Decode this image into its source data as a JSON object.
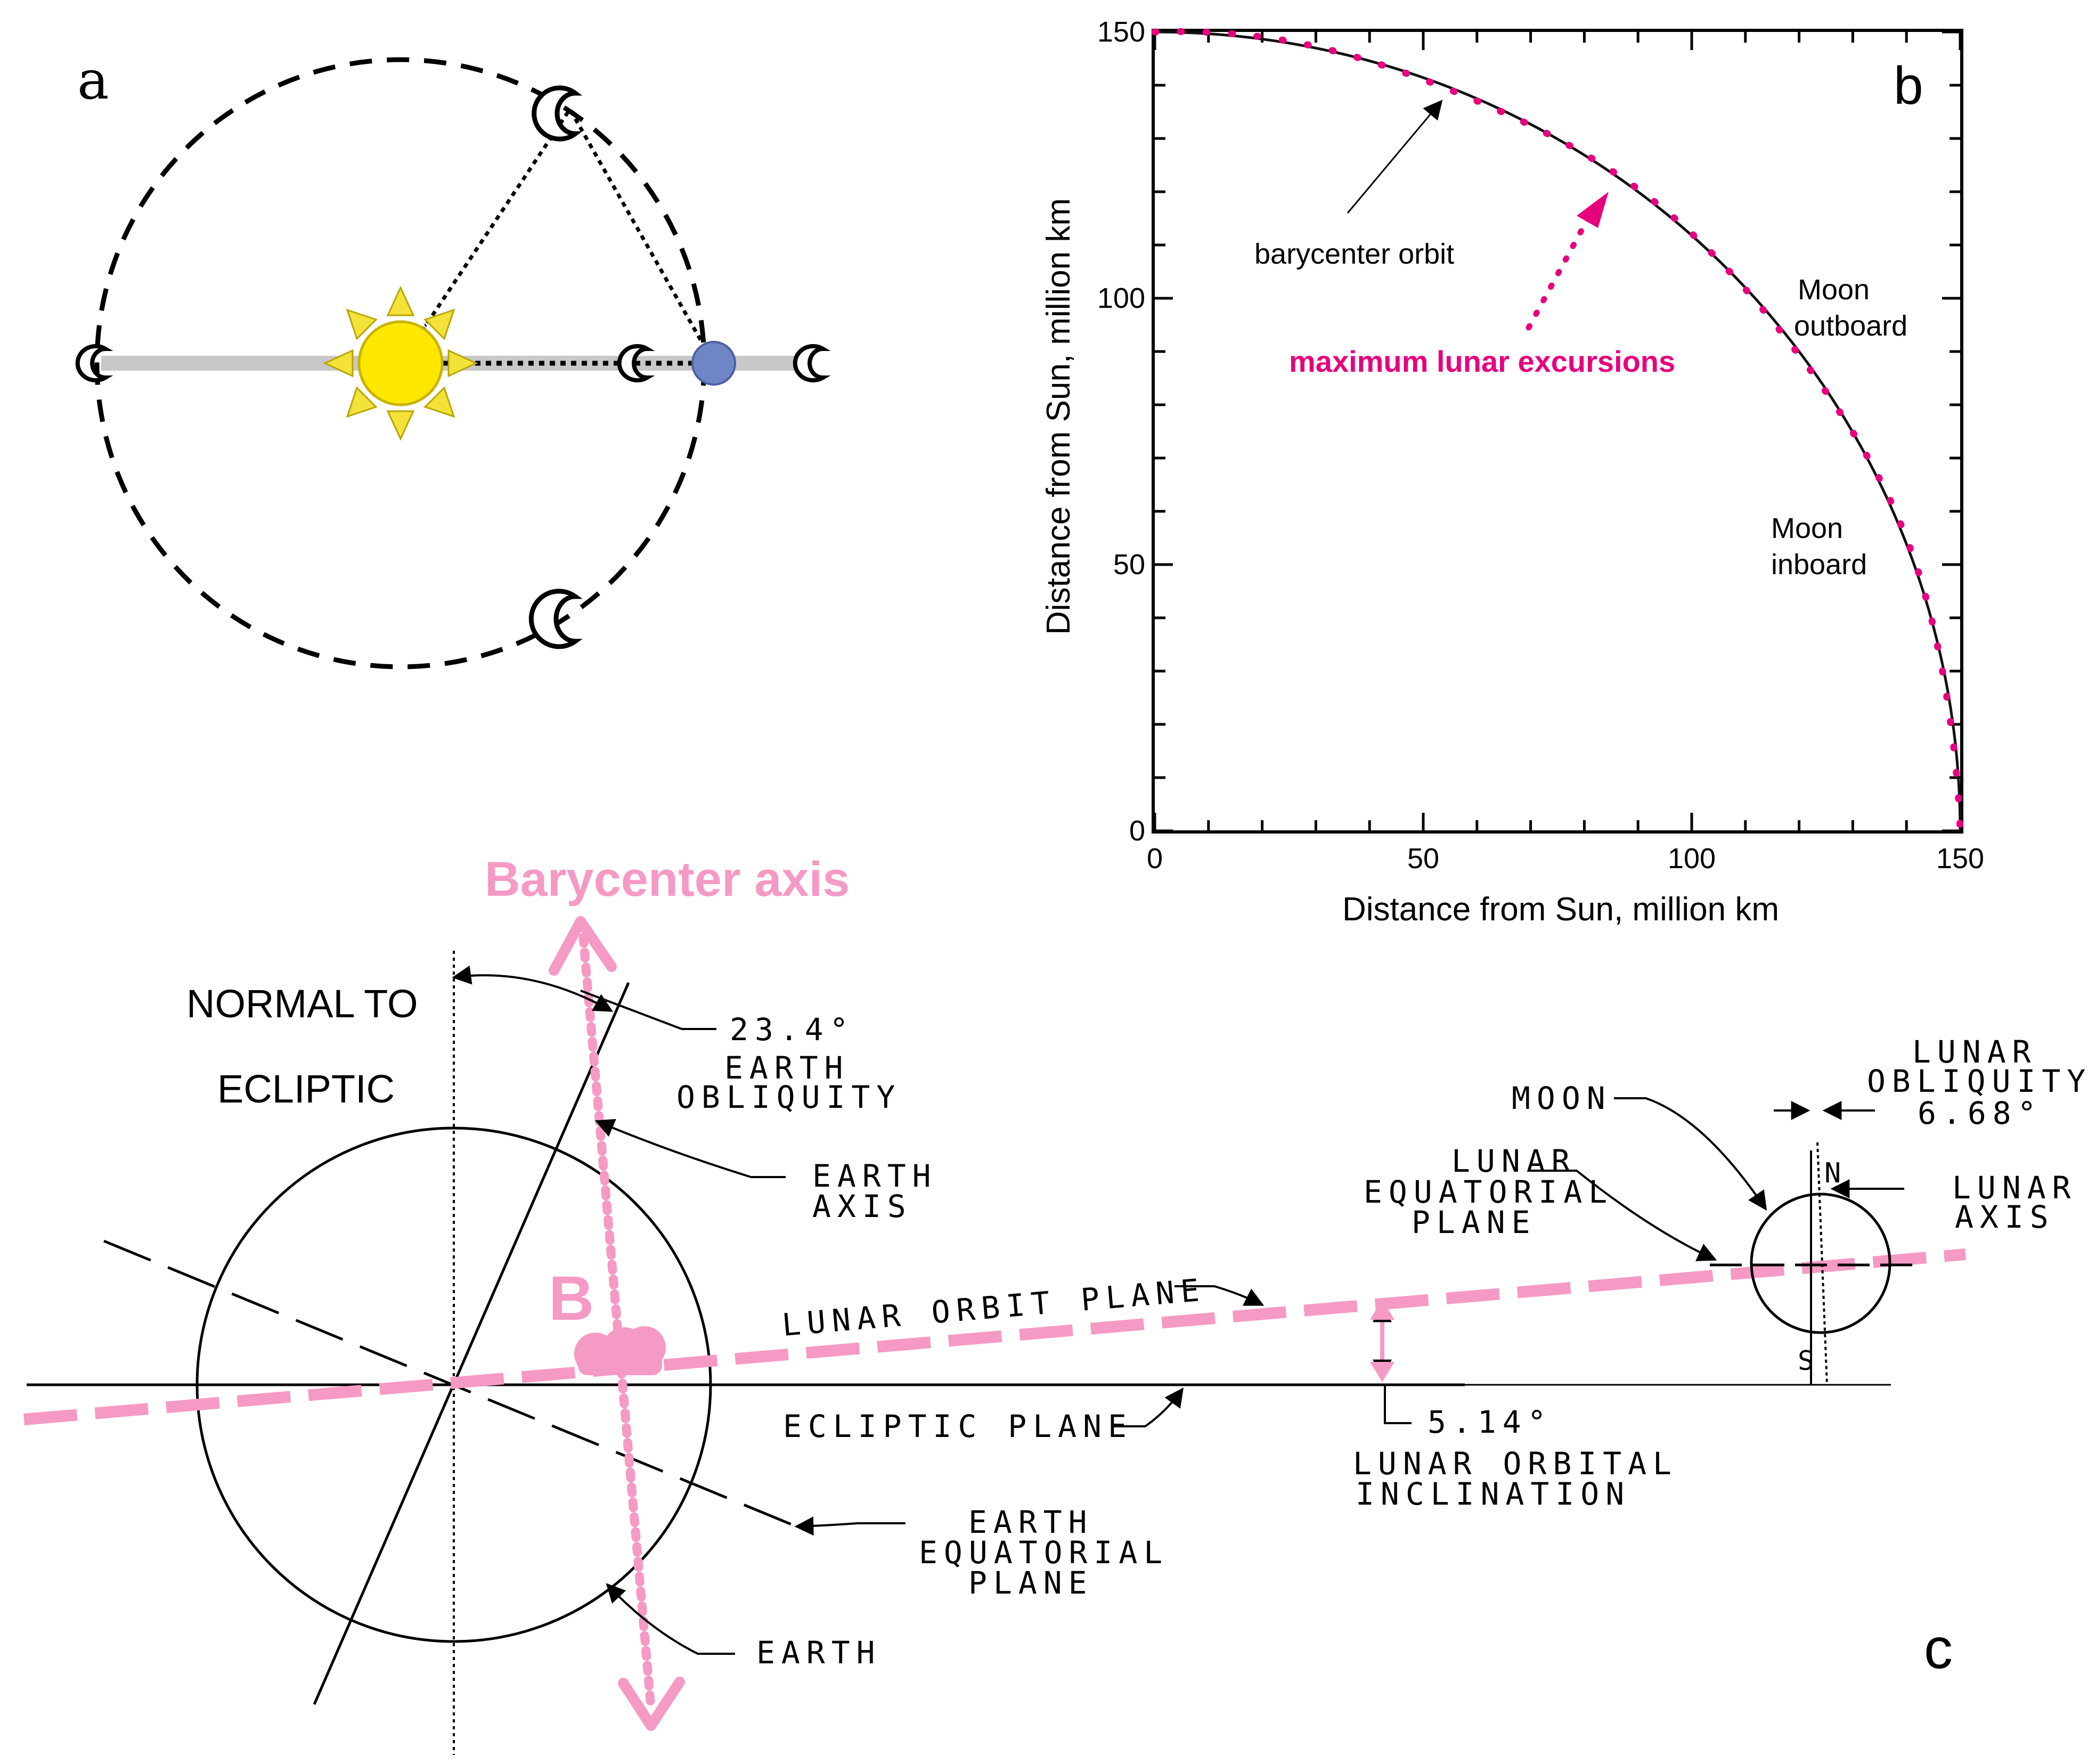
{
  "panel_a": {
    "letter": "a",
    "colors": {
      "sun": "#ffe800",
      "sun_rays": "#f4e23a",
      "earth": "#6f86c6",
      "axis_bar": "#c8c8c8"
    }
  },
  "panel_b": {
    "letter": "b",
    "chart_data": {
      "type": "line",
      "xlabel": "Distance from Sun, million km",
      "ylabel": "Distance from Sun, million km",
      "xlim": [
        0,
        150
      ],
      "ylim": [
        0,
        150
      ],
      "x_ticks": [
        "0",
        "50",
        "100",
        "150"
      ],
      "y_ticks": [
        "0",
        "50",
        "100",
        "150"
      ],
      "series": [
        {
          "style": "solid-black",
          "shape": "quarter circle of radius 150",
          "radius": 150
        },
        {
          "style": "dotted-magenta",
          "radius": 150,
          "amplitude": 0.4,
          "cycles": 3
        }
      ],
      "annotations": {
        "barycenter": "barycenter orbit",
        "max_lunar": "maximum lunar excursions",
        "moon_outboard_1": "Moon",
        "moon_outboard_2": "outboard",
        "moon_inboard_1": "Moon",
        "moon_inboard_2": "inboard"
      },
      "colors": {
        "orbit": "#111111",
        "excursions": "#e6007e"
      }
    }
  },
  "panel_c": {
    "letter": "c",
    "barycenter_axis": "Barycenter axis",
    "b_label": "B",
    "normal_line1": "NORMAL TO",
    "normal_line2": "ECLIPTIC",
    "angle_earth": "23.4°",
    "earth_obliquity_1": "EARTH",
    "earth_obliquity_2": "OBLIQUITY",
    "earth_axis_1": "EARTH",
    "earth_axis_2": "AXIS",
    "lunar_orbit_plane": "LUNAR ORBIT PLANE",
    "ecliptic_plane": "ECLIPTIC PLANE",
    "angle_inclination": "5.14°",
    "lunar_orbital_1": "LUNAR ORBITAL",
    "lunar_orbital_2": "INCLINATION",
    "earth_equatorial_1": "EARTH",
    "earth_equatorial_2": "EQUATORIAL",
    "earth_equatorial_3": "PLANE",
    "earth_label": "EARTH",
    "moon_label": "MOON",
    "lunar_equatorial_1": "LUNAR",
    "lunar_equatorial_2": "EQUATORIAL",
    "lunar_equatorial_3": "PLANE",
    "lunar_obliquity_1": "LUNAR",
    "lunar_obliquity_2": "OBLIQUITY",
    "angle_lunar": "6.68°",
    "lunar_axis_1": "LUNAR",
    "lunar_axis_2": "AXIS",
    "pole_n": "N",
    "pole_s": "S",
    "colors": {
      "pink": "#f59ac4"
    }
  }
}
